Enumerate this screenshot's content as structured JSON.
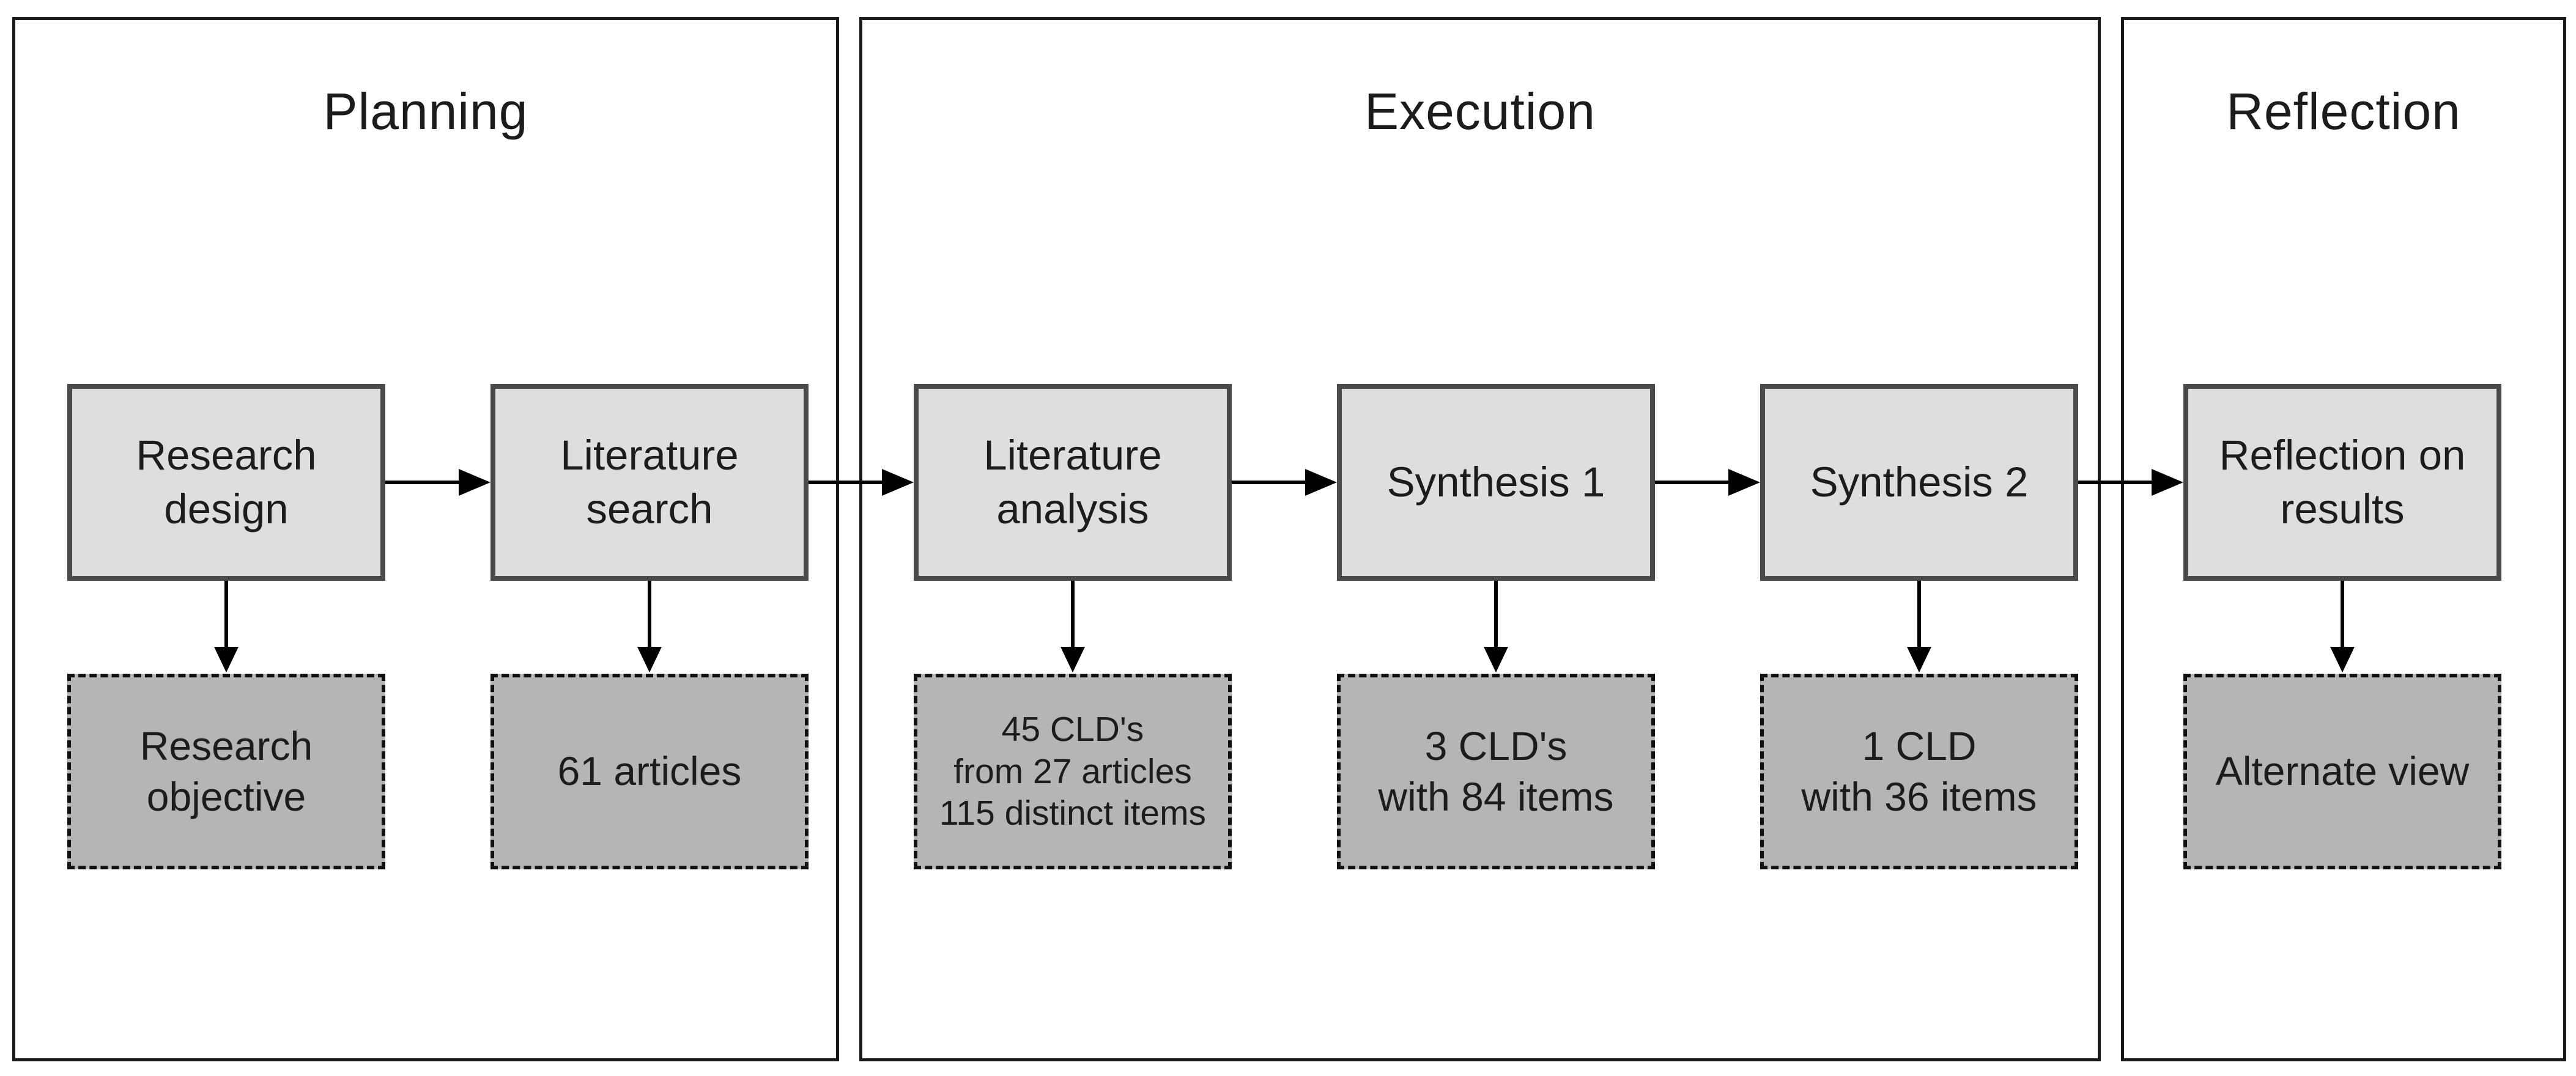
{
  "colors": {
    "page-bg": "#ffffff",
    "panel-border": "#1a1a1a",
    "process-fill": "#dedede",
    "process-border": "#4a4a4a",
    "output-fill": "#b5b5b5",
    "output-border": "#111111",
    "text": "#1c1c1c"
  },
  "phases": [
    {
      "title": "Planning",
      "steps": [
        {
          "process": "Research\ndesign",
          "output": "Research\nobjective"
        },
        {
          "process": "Literature\nsearch",
          "output": "61 articles"
        }
      ]
    },
    {
      "title": "Execution",
      "steps": [
        {
          "process": "Literature\nanalysis",
          "output": "45 CLD's\nfrom 27 articles\n115 distinct items"
        },
        {
          "process": "Synthesis 1",
          "output": "3 CLD's\nwith 84 items"
        },
        {
          "process": "Synthesis 2",
          "output": "1 CLD\nwith 36 items"
        }
      ]
    },
    {
      "title": "Reflection",
      "steps": [
        {
          "process": "Reflection on\nresults",
          "output": "Alternate view"
        }
      ]
    }
  ]
}
